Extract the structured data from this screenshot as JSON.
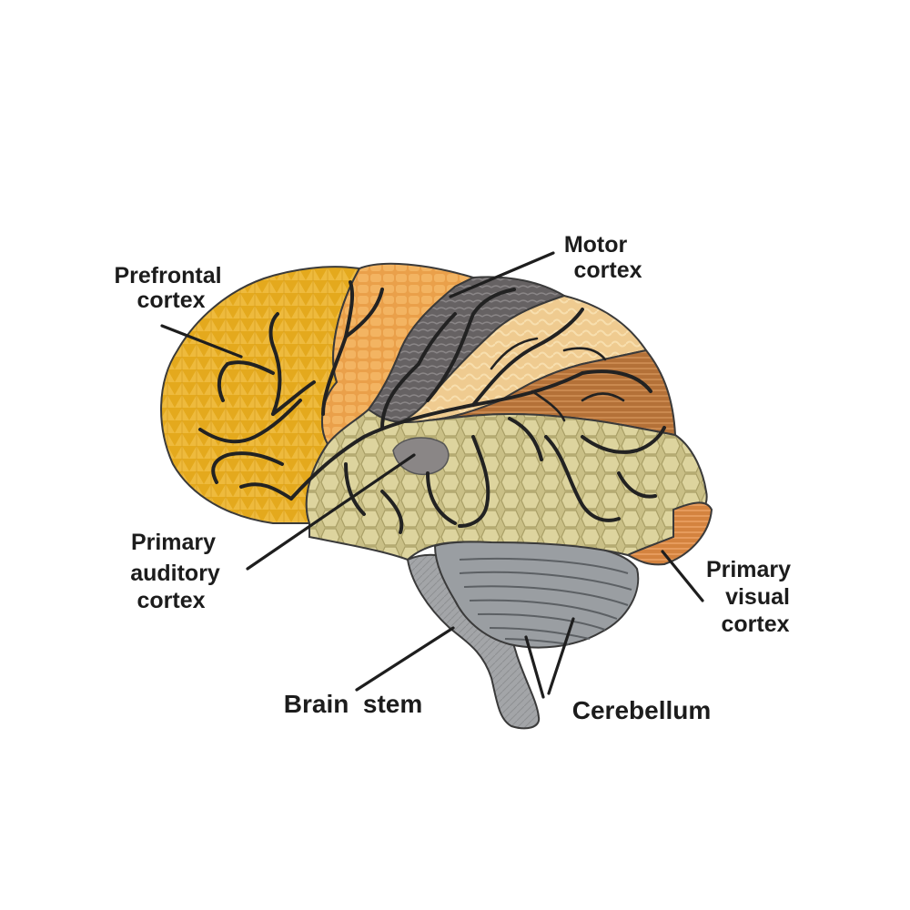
{
  "labels": {
    "prefrontal": [
      "Prefrontal",
      "cortex"
    ],
    "motor": [
      "Motor",
      "cortex"
    ],
    "auditory": [
      "Primary",
      "auditory",
      "cortex"
    ],
    "visual": [
      "Primary",
      "visual",
      "cortex"
    ],
    "brainstem": "Brain  stem",
    "cerebellum": "Cerebellum"
  },
  "colors": {
    "prefrontal": "#e6aa1e",
    "premotor": "#eea24e",
    "motor": "#6e6a6b",
    "somatosensory": "#f1cf96",
    "parietal": "#b9763f",
    "temporal": "#cfc48a",
    "occipital": "#d9874a",
    "auditory": "#8a8686",
    "cerebellum": "#9a9ea2",
    "brainstem": "#a4a6a9",
    "outline": "#2a2a2a"
  }
}
